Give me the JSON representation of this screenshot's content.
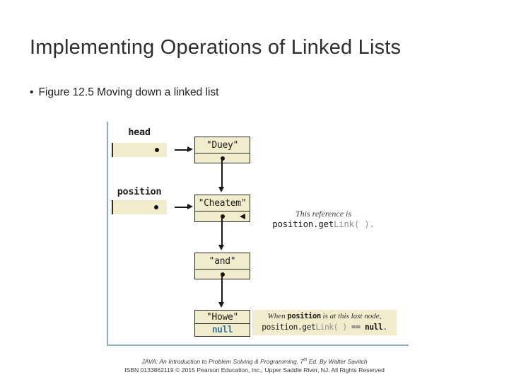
{
  "slide": {
    "title": "Implementing Operations of Linked Lists",
    "bullet_marker": "•",
    "bullet_text": "Figure 12.5 Moving down a linked list"
  },
  "figure": {
    "head_label": "head",
    "position_label": "position",
    "node_duey": "\"Duey\"",
    "node_cheatem": "\"Cheatem\"",
    "node_and": "\"and\"",
    "node_howe": "\"Howe\"",
    "howe_link_value": "null",
    "annotation_reference": {
      "caption": "This reference is",
      "code_main": "position.get",
      "code_light": "Link( )."
    },
    "annotation_last_node": {
      "word_when": "When ",
      "code_var": "position",
      "caption_rest": " is at this last node,",
      "code_main": "position.get",
      "code_light": "Link( )",
      "operator": " == ",
      "code_null": "null",
      "period": "."
    },
    "colors": {
      "box_fill": "#f1edcc",
      "frame_line": "#8caebb",
      "null_text": "#3f7aa0"
    }
  },
  "footer": {
    "line1_start": "JAVA: An Introduction to Problem Solving & Programming, 7",
    "line1_sup": "th",
    "line1_end": " Ed. By Walter Savitch",
    "line2": "ISBN 0133862119 © 2015 Pearson Education, Inc., Upper Saddle River, NJ. All Rights Reserved"
  }
}
